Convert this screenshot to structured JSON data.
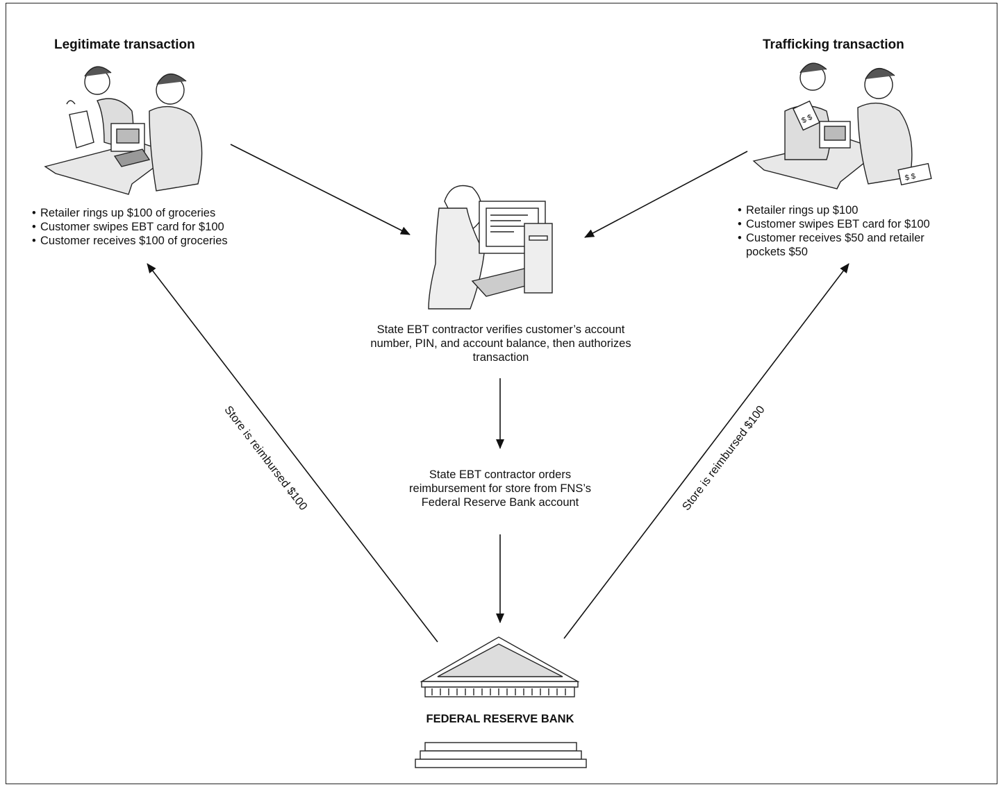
{
  "legitimate": {
    "heading": "Legitimate transaction",
    "bullets": [
      "Retailer rings up $100 of groceries",
      "Customer swipes EBT card for $100",
      "Customer receives $100 of groceries"
    ]
  },
  "trafficking": {
    "heading": "Trafficking transaction",
    "bullets": [
      "Retailer rings up $100",
      "Customer swipes EBT card for $100",
      "Customer receives $50 and retailer pockets $50"
    ]
  },
  "contractor": {
    "verify": "State EBT contractor verifies customer’s account number, PIN, and account balance, then authorizes transaction",
    "reimburse": "State EBT contractor orders reimbursement for store from FNS’s Federal Reserve Bank account"
  },
  "bank": {
    "label": "FEDERAL RESERVE BANK"
  },
  "arrows": {
    "left_label": "Store is reimbursed $100",
    "right_label": "Store is reimbursed $100"
  }
}
